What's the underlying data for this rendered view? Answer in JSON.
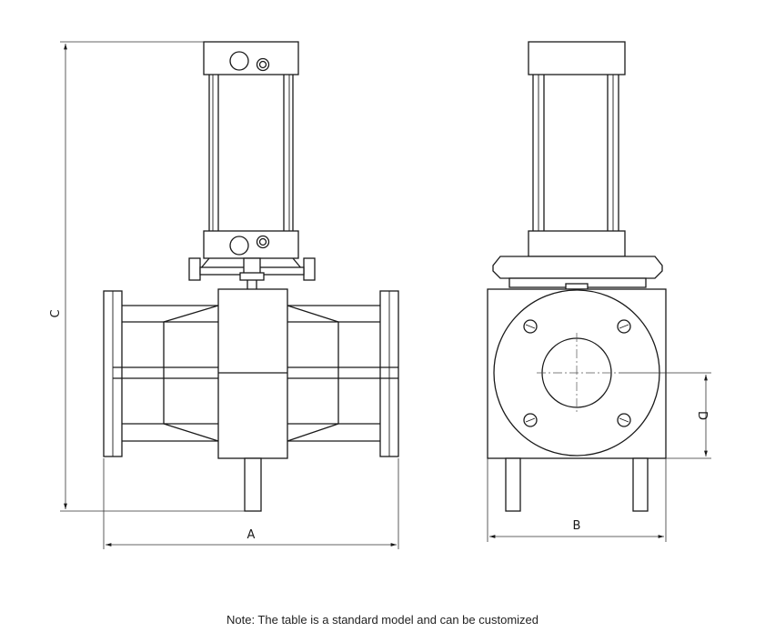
{
  "dimensions": {
    "A": "A",
    "B": "B",
    "C": "C",
    "D": "D"
  },
  "note": "Note: The table is a standard model and can be customized",
  "colors": {
    "line": "#1a1a1a",
    "background": "#ffffff"
  }
}
